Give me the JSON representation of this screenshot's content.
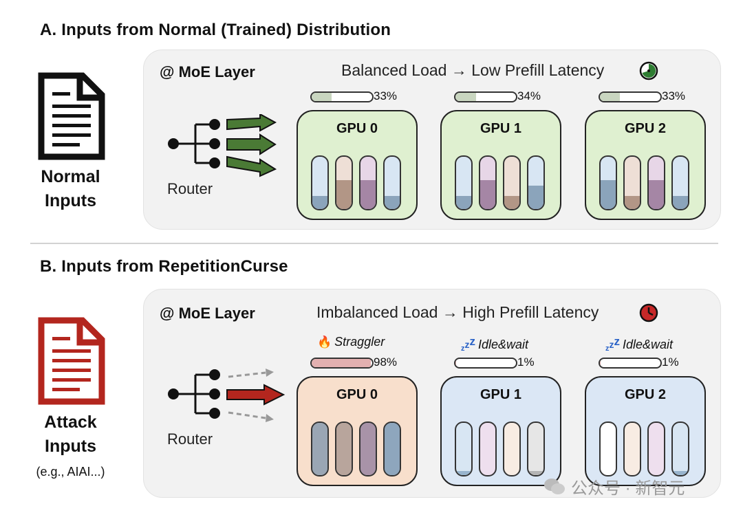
{
  "section_a": {
    "title": "A. Inputs from Normal (Trained) Distribution",
    "doc_label_line1": "Normal",
    "doc_label_line2": "Inputs",
    "moe_label": "@ MoE Layer",
    "router_label": "Router",
    "headline": "Balanced Load → Low Prefill Latency",
    "clock_icon": "clock-green-icon",
    "gpus": [
      {
        "label": "GPU 0",
        "load_pct": "33%",
        "load": 0.33,
        "tubes": [
          {
            "color": "#a9c8e4",
            "level": 0.25
          },
          {
            "color": "#d9b7a3",
            "level": 0.55
          },
          {
            "color": "#c9a3c9",
            "level": 0.55
          },
          {
            "color": "#a9c8e4",
            "level": 0.25
          }
        ]
      },
      {
        "label": "GPU 1",
        "load_pct": "34%",
        "load": 0.34,
        "tubes": [
          {
            "color": "#a9c8e4",
            "level": 0.25
          },
          {
            "color": "#c9a3c9",
            "level": 0.55
          },
          {
            "color": "#d9b7a3",
            "level": 0.25
          },
          {
            "color": "#a9c8e4",
            "level": 0.45
          }
        ]
      },
      {
        "label": "GPU 2",
        "load_pct": "33%",
        "load": 0.33,
        "tubes": [
          {
            "color": "#a9c8e4",
            "level": 0.55
          },
          {
            "color": "#d9b7a3",
            "level": 0.25
          },
          {
            "color": "#c9a3c9",
            "level": 0.55
          },
          {
            "color": "#a9c8e4",
            "level": 0.25
          }
        ]
      }
    ]
  },
  "section_b": {
    "title": "B. Inputs from RepetitionCurse",
    "doc_label_line1": "Attack",
    "doc_label_line2": "Inputs",
    "doc_note": "(e.g., AIAI...)",
    "moe_label": "@ MoE Layer",
    "router_label": "Router",
    "headline": "Imbalanced Load → High Prefill Latency",
    "clock_icon": "clock-red-icon",
    "gpus": [
      {
        "label": "GPU 0",
        "load_pct": "98%",
        "load": 0.98,
        "status": "Straggler",
        "status_icon": "fire-icon",
        "tubes": [
          {
            "color": "#9aa6b4",
            "level": 1
          },
          {
            "color": "#b8a59c",
            "level": 1
          },
          {
            "color": "#a893a8",
            "level": 1
          },
          {
            "color": "#8ea6bd",
            "level": 1
          }
        ]
      },
      {
        "label": "GPU 1",
        "load_pct": "1%",
        "load": 0.01,
        "status": "Idle&wait",
        "status_icon": "sleep-icon",
        "tubes": [
          {
            "color": "#a9c8e4",
            "level": 0.08
          },
          {
            "color": "#d9b7d9",
            "level": 0
          },
          {
            "color": "#f0d5c0",
            "level": 0
          },
          {
            "color": "#c8c8c8",
            "level": 0.08
          }
        ]
      },
      {
        "label": "GPU 2",
        "load_pct": "1%",
        "load": 0.01,
        "status": "Idle&wait",
        "status_icon": "sleep-icon",
        "tubes": [
          {
            "color": "#ffffff",
            "level": 0
          },
          {
            "color": "#f0d5c0",
            "level": 0
          },
          {
            "color": "#d9b7d9",
            "level": 0
          },
          {
            "color": "#a9c8e4",
            "level": 0.08
          }
        ]
      }
    ]
  },
  "watermark": "公众号 · 新智元",
  "colors": {
    "normal_panel": "#dff0d0",
    "straggler_panel": "#f8dfcc",
    "idle_panel": "#dbe7f5",
    "green_arrow": "#4a7a35",
    "red_arrow": "#b3261e",
    "normal_doc": "#111111",
    "attack_doc": "#b3261e"
  }
}
